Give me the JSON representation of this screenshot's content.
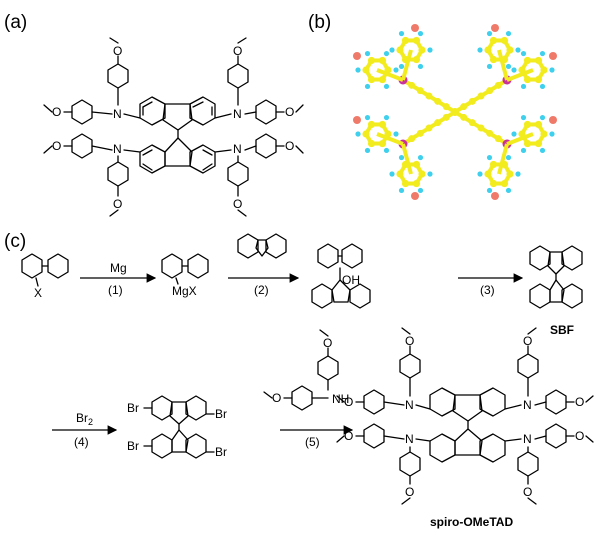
{
  "panels": {
    "a": "(a)",
    "b": "(b)",
    "c": "(c)"
  },
  "atoms": {
    "N": "N",
    "O": "O",
    "X": "X",
    "MgX": "MgX",
    "OH": "OH",
    "Br": "Br",
    "NH": "NH"
  },
  "reactions": {
    "step1": {
      "reagent": "Mg",
      "label": "(1)"
    },
    "step2": {
      "label": "(2)"
    },
    "step3": {
      "label": "(3)"
    },
    "step4": {
      "reagent": "Br",
      "reagent_sub": "2",
      "label": "(4)"
    },
    "step5": {
      "label": "(5)"
    }
  },
  "compounds": {
    "sbf": "SBF",
    "product": "spiro-OMeTAD"
  },
  "colors": {
    "carbon": "#f2ec1e",
    "hydrogen": "#3fd0ee",
    "nitrogen": "#c8329a",
    "oxygen": "#f07a6a"
  }
}
